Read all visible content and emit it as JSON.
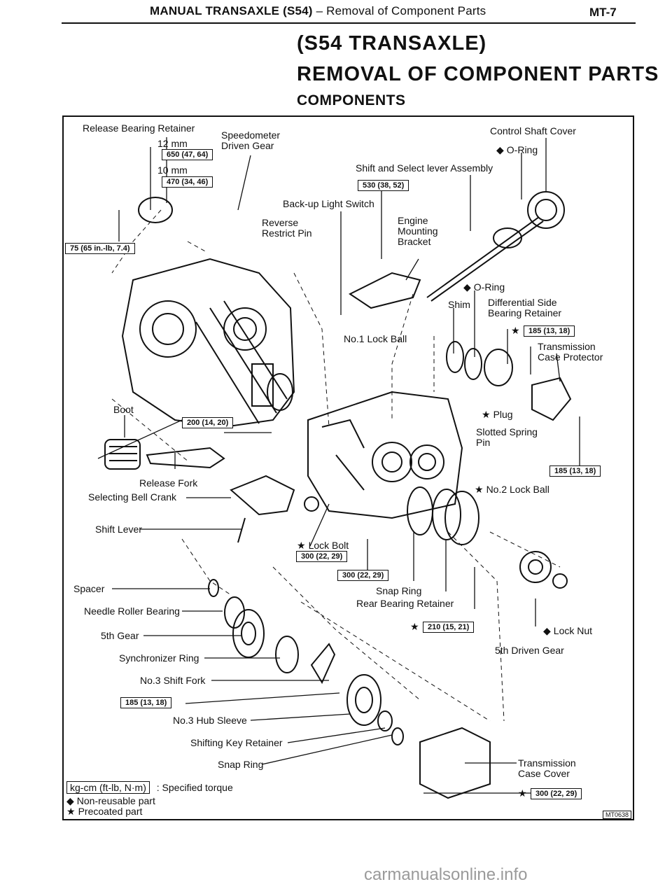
{
  "header": {
    "section_bold": "MANUAL TRANSAXLE (S54)",
    "section_rest": " – Removal of Component Parts",
    "page_number": "MT-7"
  },
  "title": {
    "line1": "(S54 TRANSAXLE)",
    "line2": "REMOVAL OF COMPONENT PARTS",
    "line3": "COMPONENTS"
  },
  "labels": {
    "release_bearing_retainer": "Release Bearing Retainer",
    "size_12mm": "12 mm",
    "size_10mm": "10 mm",
    "speedometer": "Speedometer",
    "driven_gear": "Driven Gear",
    "control_shaft_cover": "Control Shaft Cover",
    "o_ring_top": "O-Ring",
    "shift_select_lever": "Shift and Select lever Assembly",
    "backup_light_switch": "Back-up Light Switch",
    "reverse": "Reverse",
    "restrict_pin": "Restrict Pin",
    "engine": "Engine",
    "mounting": "Mounting",
    "bracket": "Bracket",
    "o_ring_mid": "O-Ring",
    "shim": "Shim",
    "differential_side": "Differential Side",
    "bearing_retainer": "Bearing Retainer",
    "no1_lock_ball": "No.1 Lock Ball",
    "transmission": "Transmission",
    "case_protector": "Case Protector",
    "boot": "Boot",
    "plug": "Plug",
    "slotted_spring": "Slotted Spring",
    "pin": "Pin",
    "release_fork": "Release Fork",
    "selecting_bell_crank": "Selecting Bell Crank",
    "no2_lock_ball": "No.2 Lock Ball",
    "shift_lever": "Shift Lever",
    "lock_bolt": "Lock Bolt",
    "spacer": "Spacer",
    "snap_ring_mid": "Snap Ring",
    "rear_bearing_retainer": "Rear Bearing Retainer",
    "needle_roller_bearing": "Needle Roller Bearing",
    "fifth_gear": "5th Gear",
    "lock_nut": "Lock Nut",
    "fifth_driven_gear": "5th Driven Gear",
    "synchronizer_ring": "Synchronizer Ring",
    "no3_shift_fork": "No.3 Shift Fork",
    "no3_hub_sleeve": "No.3 Hub Sleeve",
    "shifting_key_retainer": "Shifting Key Retainer",
    "snap_ring_bottom": "Snap Ring",
    "transmission_b": "Transmission",
    "case_cover": "Case Cover"
  },
  "torques": {
    "t650": "650 (47, 64)",
    "t470": "470 (34, 46)",
    "t75": "75 (65 in.-lb, 7.4)",
    "t530": "530 (38, 52)",
    "t185a": "185 (13, 18)",
    "t200": "200 (14, 20)",
    "t185b": "185 (13, 18)",
    "t300a": "300 (22, 29)",
    "t300b": "300 (22, 29)",
    "t210": "210 (15, 21)",
    "t185c": "185 (13, 18)",
    "t300c": "300 (22, 29)"
  },
  "symbols": {
    "diamond": "◆",
    "star": "★"
  },
  "legend": {
    "unit_box": "kg-cm (ft-lb, N·m)",
    "unit_text": ": Specified torque",
    "non_reusable": "Non-reusable part",
    "precoated": "Precoated part"
  },
  "figure_id": "MT0638",
  "watermark": "carmanualsonline.info"
}
